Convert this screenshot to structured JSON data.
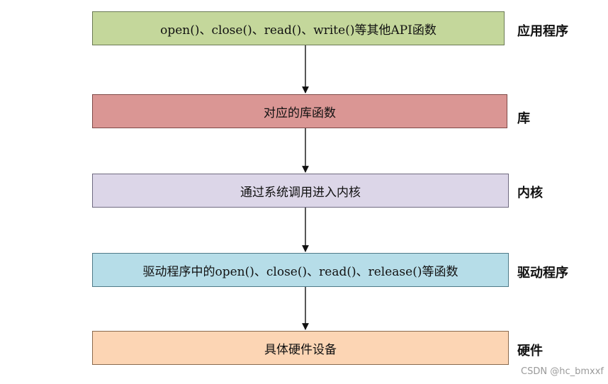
{
  "layers": [
    {
      "box_text": "open()、close()、read()、write()等其他API函数",
      "label": "应用程序",
      "fill": "#c4d79b",
      "border": "#6b7a55"
    },
    {
      "box_text": "对应的库函数",
      "label": "库",
      "fill": "#da9694",
      "border": "#7f4a48"
    },
    {
      "box_text": "通过系统调用进入内核",
      "label": "内核",
      "fill": "#dcd6e8",
      "border": "#6f6a80"
    },
    {
      "box_text": "驱动程序中的open()、close()、read()、release()等函数",
      "label": "驱动程序",
      "fill": "#b6dde8",
      "border": "#4f7a88"
    },
    {
      "box_text": "具体硬件设备",
      "label": "硬件",
      "fill": "#fcd5b4",
      "border": "#8a6a4e"
    }
  ],
  "watermark": "CSDN @hc_bmxxf"
}
